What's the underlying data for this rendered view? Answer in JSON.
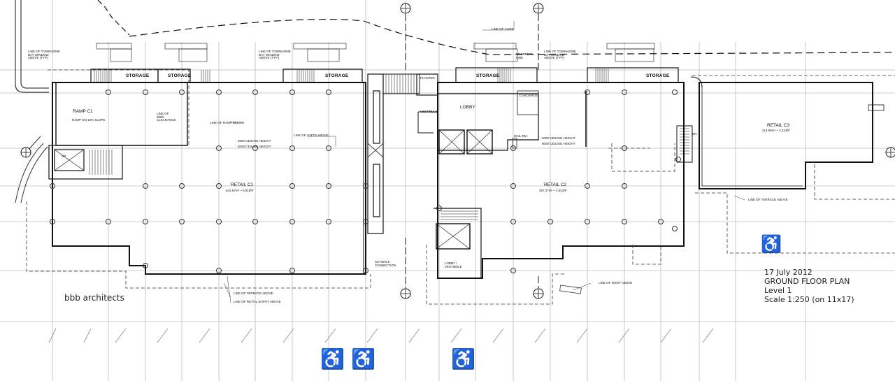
{
  "title_block": {
    "date": "17 July 2012",
    "plan_name": "GROUND FLOOR PLAN",
    "level": "Level 1",
    "scale": "Scale 1:250 (on 11x17)"
  },
  "firm": "bbb architects",
  "rooms": {
    "ramp": "RAMP C1",
    "ramp_slope": "RAMP ON 10% SLOPE",
    "retail_c1": "RETAIL C1",
    "retail_c1_area": "642.67m² ~ 6,918ft²",
    "retail_c2": "RETAIL C2",
    "retail_c2_area": "457.27m² ~ 4,922ft²",
    "retail_c3": "RETAIL C3",
    "retail_c3_area": "214.86m² ~ 2,313ft²",
    "lobby": "LOBBY",
    "lobby_vestibule": "LOBBY / VESTIBULE",
    "vestibule": "VESTIBULE",
    "concierge": "CONCIERGE",
    "planter": "PLANTER",
    "mail_rm": "MAIL RM.",
    "storage": "STORAGE"
  },
  "notes": {
    "line_of_townhome_1": "LINE OF TOWNHOME BAY WINDOW ABOVE (TYP.)",
    "line_of_townhome_2": "LINE OF TOWNHOME BAY WINDOW ABOVE (TYP.)",
    "line_of_townhome_3": "LINE OF TOWNHOME BAY WINDOW ABOVE (TYP.)",
    "line_of_curb": "LINE OF CURB",
    "property_line": "PROPERTY LINE",
    "line_of_3000_clearance": "LINE OF 3000 CLEARANCE",
    "line_of_ramp_below": "LINE OF RAMP BELOW",
    "line_of_lofts_above": "LINE OF LOFTS ABOVE",
    "ceiling_3000": "3000 CEILING HEIGHT",
    "ceiling_6000": "6000 CEILING HEIGHT",
    "ceiling_3000_c2": "3000 CEILING HEIGHT",
    "ceiling_6000_c2": "6000 CEILING HEIGHT",
    "line_of_terrace_c3": "LINE OF TERRACE ABOVE",
    "line_of_terrace_c1": "LINE OF TERRACE ABOVE",
    "line_of_retail_soffit": "LINE OF RETAIL SOFFIT ABOVE",
    "line_of_roof": "LINE OF ROOF ABOVE",
    "skywalk_connection": "SKYWALK CONNECTION",
    "up": "UP",
    "dn": "DN"
  },
  "accessibility_symbols": [
    "wheelchair-icon",
    "wheelchair-icon",
    "wheelchair-icon",
    "wheelchair-icon"
  ]
}
